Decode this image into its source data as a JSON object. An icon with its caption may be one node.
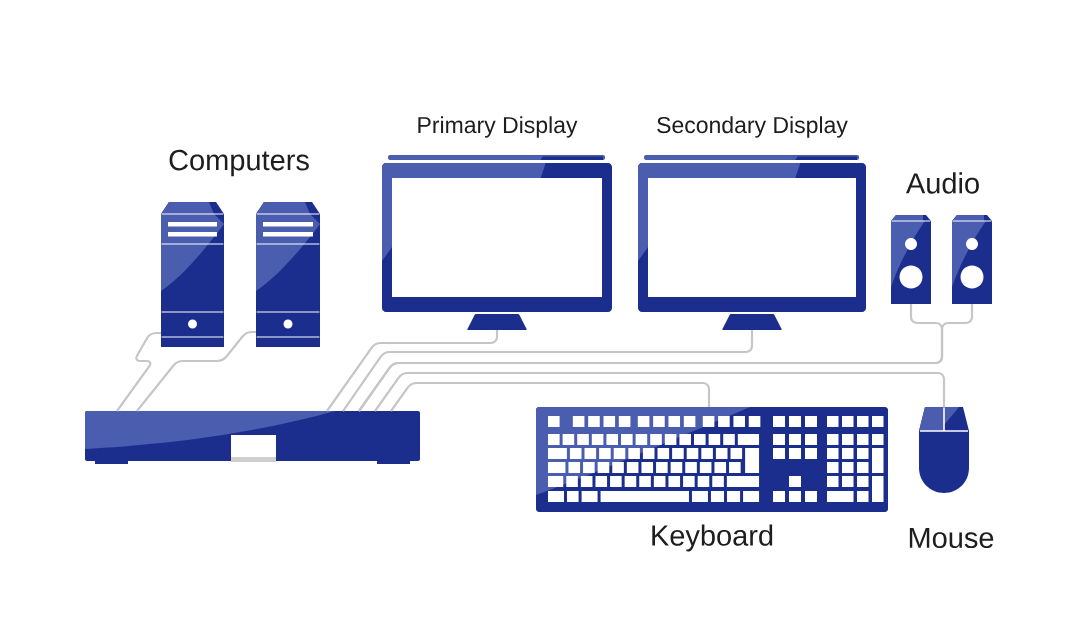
{
  "diagram": {
    "nodes": [
      {
        "text": [],
        "shape": "picture"
      },
      {
        "text": [],
        "shape": "picture"
      },
      {
        "text": [],
        "shape": "picture",
        "beside": [
          "Primary Display"
        ]
      },
      {
        "text": [],
        "shape": "picture",
        "beside": [
          "Secondary Display"
        ]
      },
      {
        "text": [],
        "shape": "picture"
      },
      {
        "text": [],
        "shape": "picture"
      },
      {
        "text": [],
        "shape": "picture"
      },
      {
        "text": [],
        "shape": "picture",
        "beside": [
          "Keyboard"
        ]
      },
      {
        "text": [],
        "shape": "picture",
        "beside": [
          "Mouse"
        ]
      }
    ],
    "edges": [
      {
        "from": 0,
        "to": 6,
        "arrow": "none"
      },
      {
        "from": 1,
        "to": 6,
        "arrow": "none"
      },
      {
        "from": 2,
        "to": 6,
        "arrow": "none"
      },
      {
        "from": 3,
        "to": 6,
        "arrow": "none"
      },
      {
        "from": 4,
        "to": 6,
        "arrow": "none"
      },
      {
        "from": 5,
        "to": 6,
        "arrow": "none"
      },
      {
        "from": 8,
        "to": 6,
        "arrow": "none"
      },
      {
        "from": 7,
        "to": 6,
        "arrow": "none"
      }
    ],
    "labels": [
      "Computers",
      "Audio"
    ]
  }
}
